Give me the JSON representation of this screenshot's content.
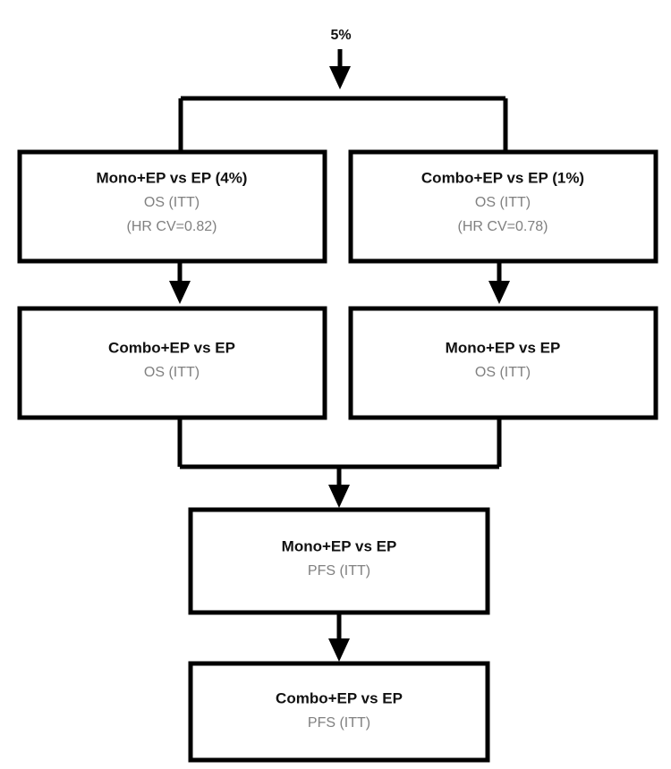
{
  "diagram": {
    "type": "flowchart",
    "orientation": "top-down",
    "entry_label": "5%",
    "colors": {
      "box_border": "#000000",
      "box_fill": "#ffffff",
      "title_text": "#111111",
      "sub_text": "#808080",
      "connector": "#000000"
    },
    "nodes": [
      {
        "id": "node-1",
        "title": "Mono+EP vs EP (4%)",
        "line2": "OS (ITT)",
        "line3": "(HR CV=0.82)"
      },
      {
        "id": "node-2",
        "title": "Combo+EP vs EP (1%)",
        "line2": "OS (ITT)",
        "line3": "(HR CV=0.78)"
      },
      {
        "id": "node-3",
        "title": "Combo+EP vs EP",
        "line2": "OS (ITT)",
        "line3": ""
      },
      {
        "id": "node-4",
        "title": "Mono+EP vs EP",
        "line2": "OS (ITT)",
        "line3": ""
      },
      {
        "id": "node-5",
        "title": "Mono+EP vs EP",
        "line2": "PFS (ITT)",
        "line3": ""
      },
      {
        "id": "node-6",
        "title": "Combo+EP vs EP",
        "line2": "PFS (ITT)",
        "line3": ""
      }
    ],
    "edges": [
      {
        "from": "entry",
        "to": "split"
      },
      {
        "from": "split",
        "to": "node-1"
      },
      {
        "from": "split",
        "to": "node-2"
      },
      {
        "from": "node-1",
        "to": "node-3"
      },
      {
        "from": "node-2",
        "to": "node-4"
      },
      {
        "from": "node-3",
        "to": "merge"
      },
      {
        "from": "node-4",
        "to": "merge"
      },
      {
        "from": "merge",
        "to": "node-5"
      },
      {
        "from": "node-5",
        "to": "node-6"
      }
    ]
  }
}
